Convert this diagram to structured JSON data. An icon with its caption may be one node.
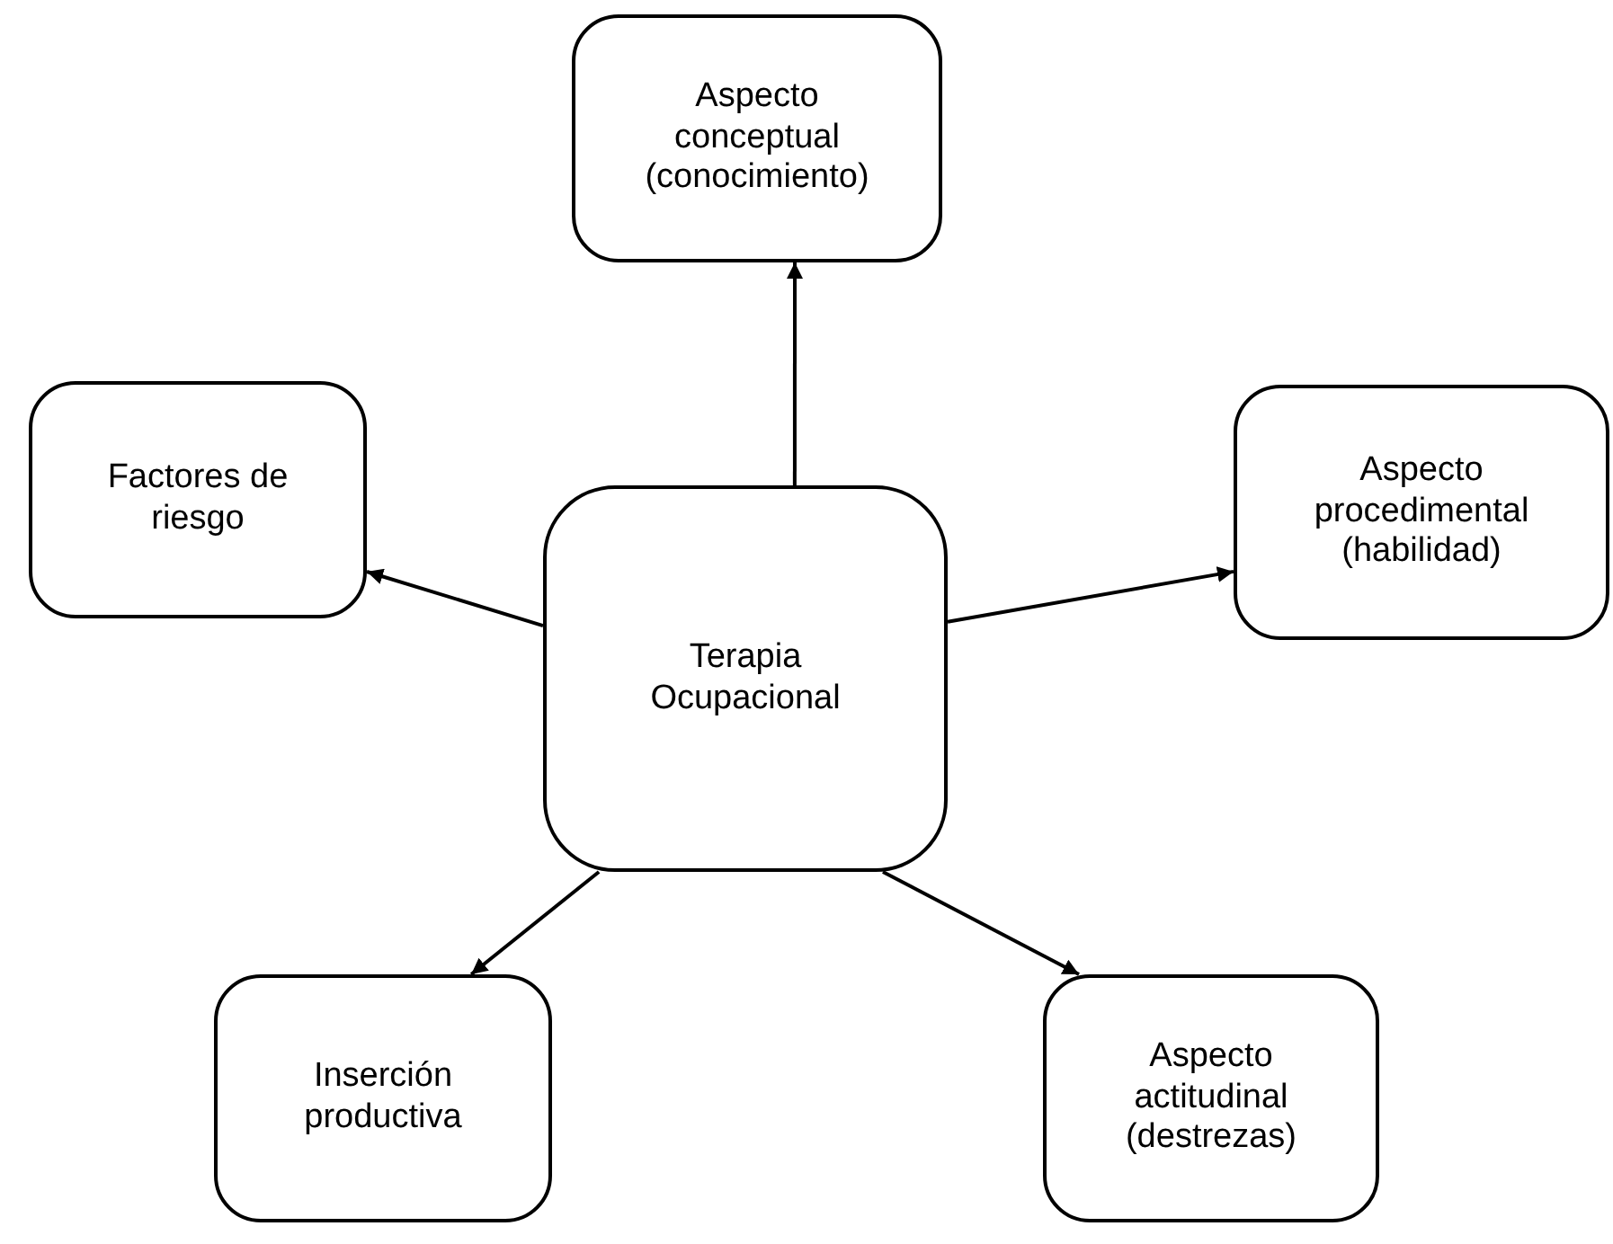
{
  "diagram": {
    "nodes": [
      {
        "text": [
          "Terapia Ocupacional"
        ]
      },
      {
        "text": [
          "Aspecto conceptual (conocimiento)"
        ]
      },
      {
        "text": [
          "Factores de riesgo"
        ]
      },
      {
        "text": [
          "Aspecto procedimental (habilidad)"
        ]
      },
      {
        "text": [
          "Inserción productiva"
        ]
      },
      {
        "text": [
          "Aspecto actitudinal (destrezas)"
        ]
      }
    ],
    "edges": [
      {
        "from": 0,
        "to": 1,
        "arrow": "to"
      },
      {
        "from": 0,
        "to": 2,
        "arrow": "to"
      },
      {
        "from": 0,
        "to": 3,
        "arrow": "to"
      },
      {
        "from": 0,
        "to": 4,
        "arrow": "to"
      },
      {
        "from": 0,
        "to": 5,
        "arrow": "to"
      }
    ]
  }
}
